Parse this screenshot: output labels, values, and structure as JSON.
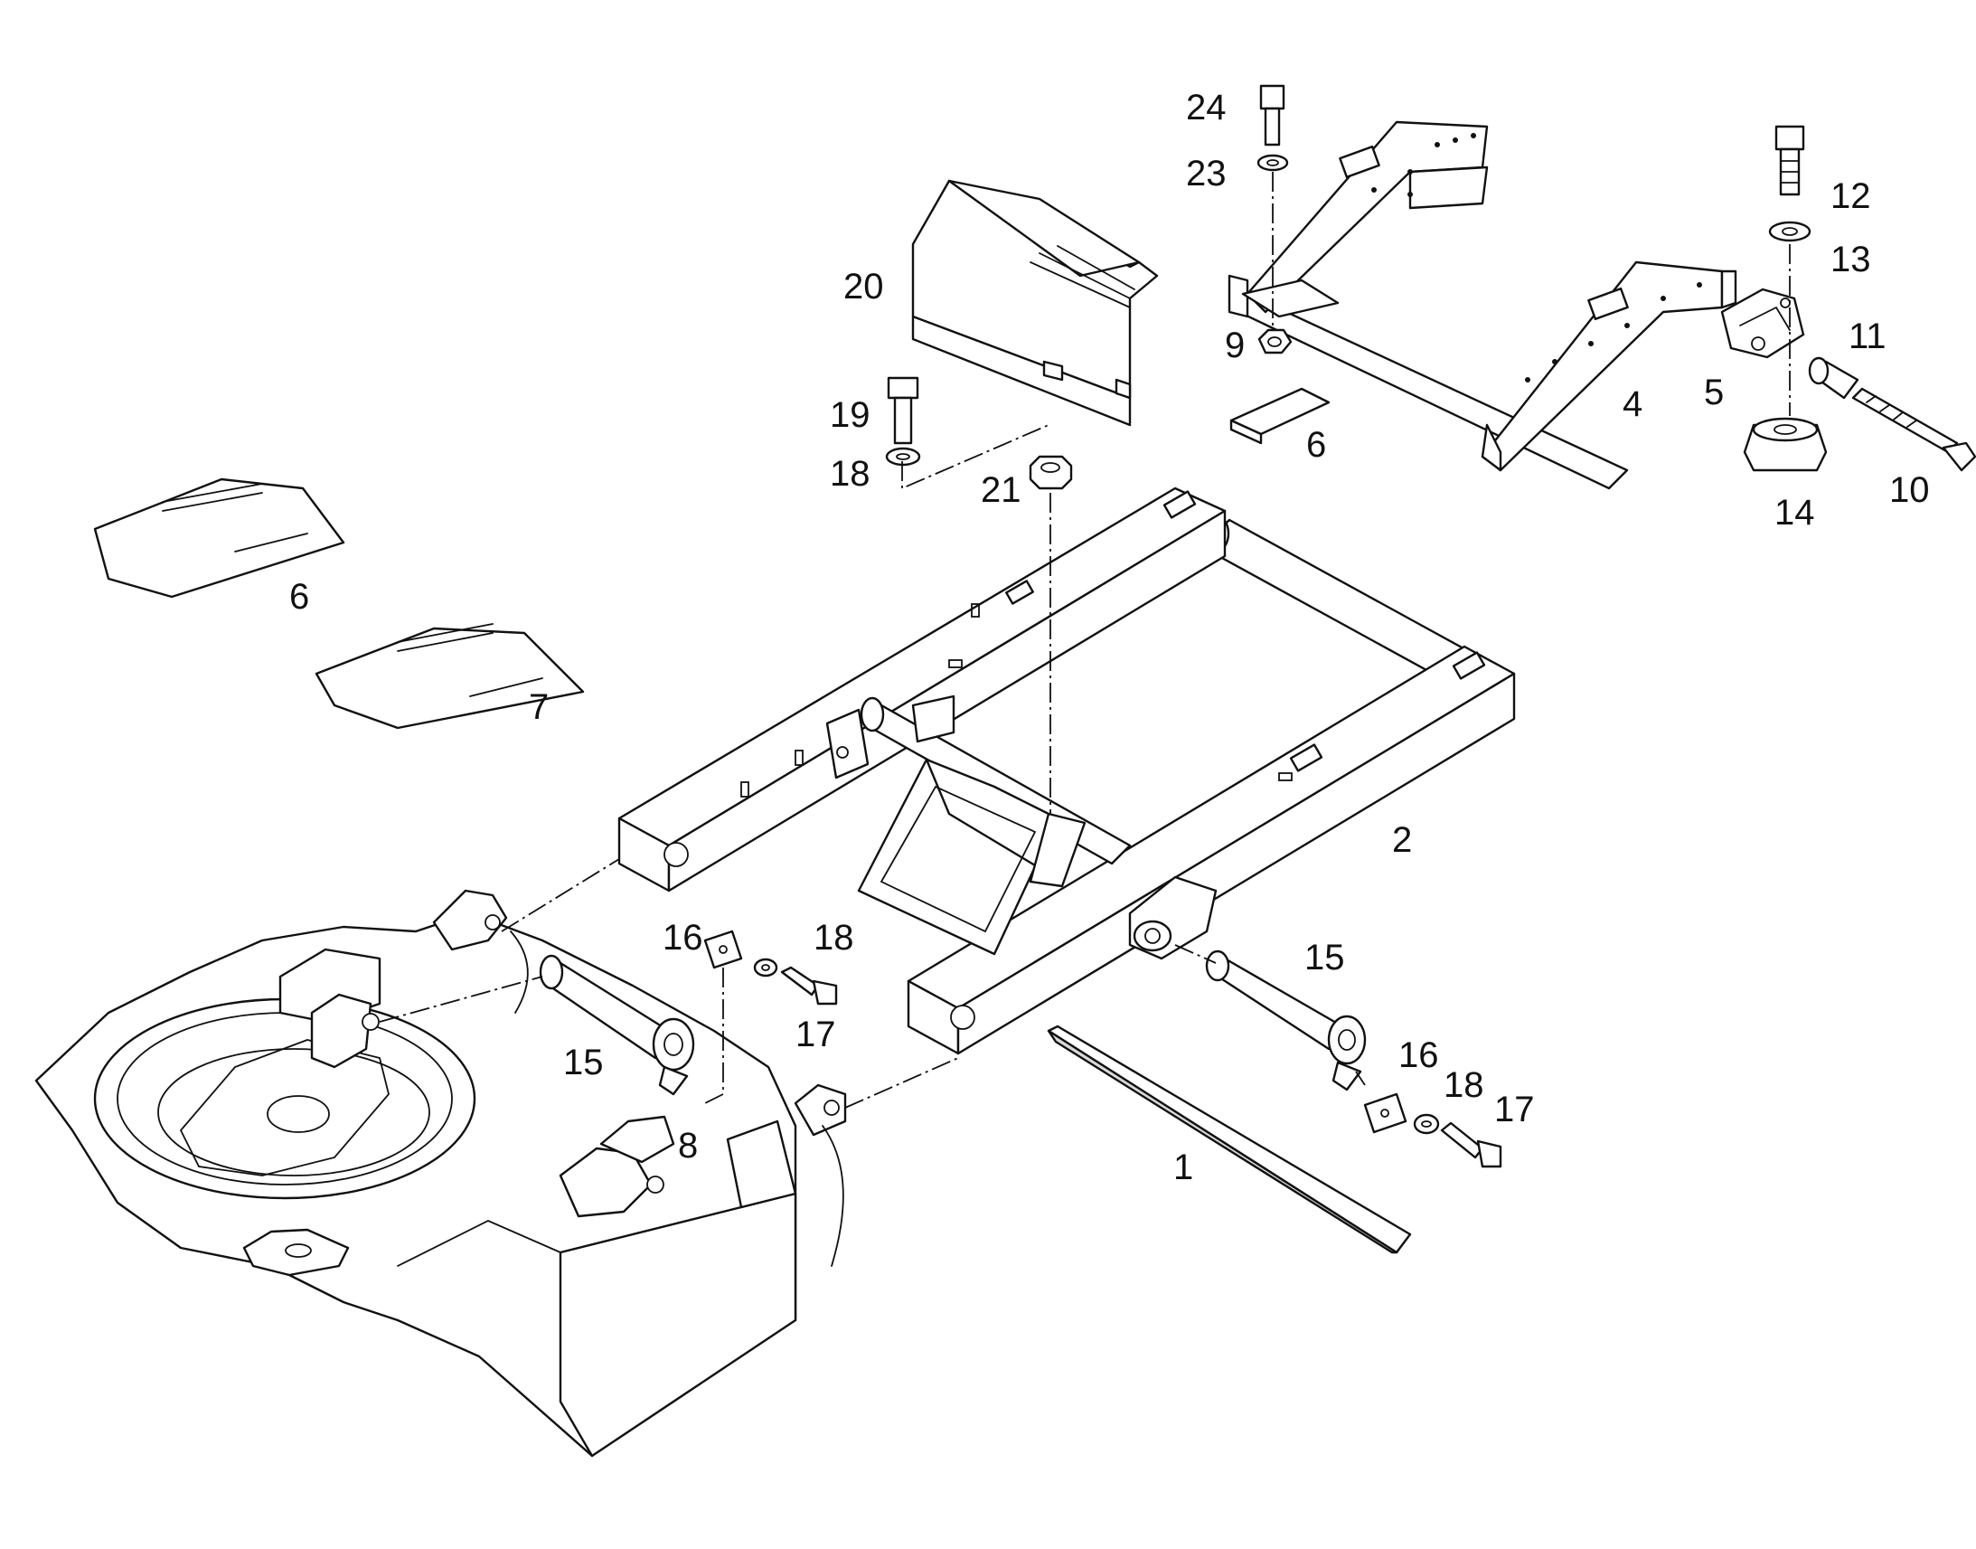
{
  "callouts": [
    {
      "label": "1"
    },
    {
      "label": "2"
    },
    {
      "label": "4"
    },
    {
      "label": "5"
    },
    {
      "label": "6"
    },
    {
      "label": "6"
    },
    {
      "label": "7"
    },
    {
      "label": "8"
    },
    {
      "label": "9"
    },
    {
      "label": "10"
    },
    {
      "label": "11"
    },
    {
      "label": "12"
    },
    {
      "label": "13"
    },
    {
      "label": "14"
    },
    {
      "label": "15"
    },
    {
      "label": "15"
    },
    {
      "label": "16"
    },
    {
      "label": "16"
    },
    {
      "label": "17"
    },
    {
      "label": "17"
    },
    {
      "label": "18"
    },
    {
      "label": "18"
    },
    {
      "label": "18"
    },
    {
      "label": "19"
    },
    {
      "label": "20"
    },
    {
      "label": "21"
    },
    {
      "label": "23"
    },
    {
      "label": "24"
    }
  ]
}
